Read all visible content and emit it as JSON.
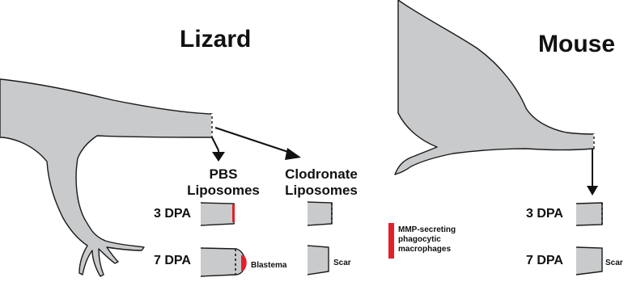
{
  "lizard": {
    "title": "Lizard",
    "pbs_label": "PBS\nLiposomes",
    "clodronate_label": "Clodronate\nLiposomes",
    "dpa3_label": "3 DPA",
    "dpa7_label": "7 DPA",
    "blastema_label": "Blastema",
    "scar_label": "Scar"
  },
  "mouse": {
    "title": "Mouse",
    "dpa3_label": "3 DPA",
    "dpa7_label": "7 DPA",
    "scar_label": "Scar"
  },
  "legend": {
    "text": "MMP-secreting\nphagocytic\nmacrophages",
    "color": "#e2202a"
  },
  "colors": {
    "body_fill": "#c8cacc",
    "outline": "#1a1a1a",
    "macrophage": "#e2202a"
  }
}
